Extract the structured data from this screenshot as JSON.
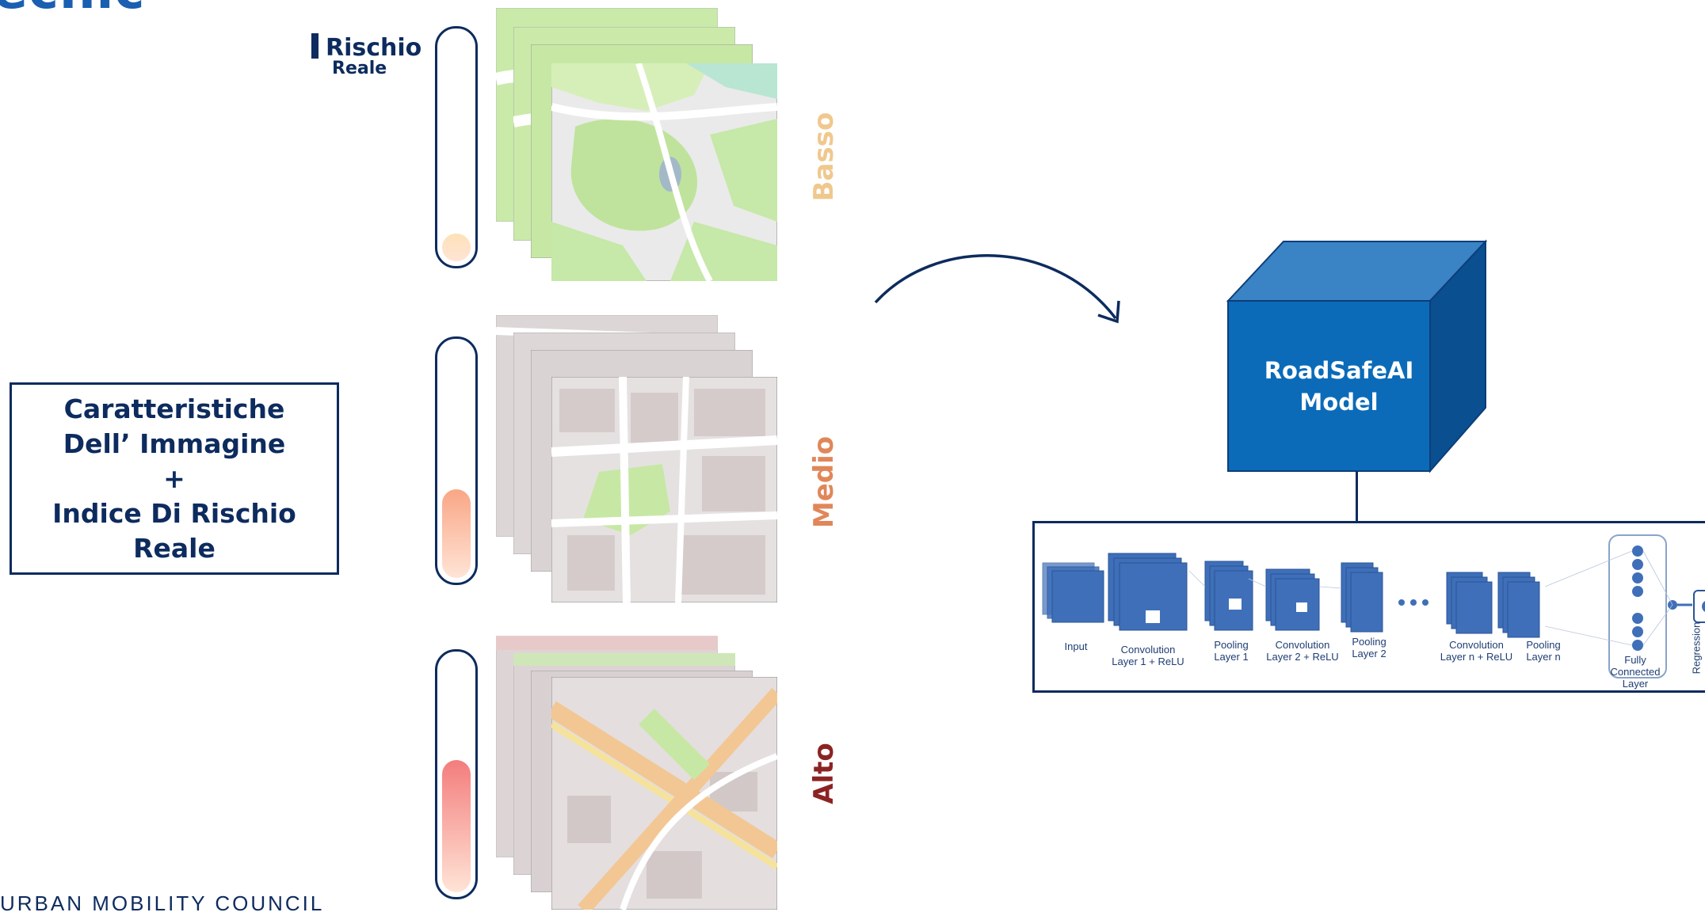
{
  "header": {
    "title_fragment": "tecnic"
  },
  "risk_axis": {
    "label_line1": "Rischio",
    "label_line2": "Reale"
  },
  "levels": [
    {
      "name": "Basso",
      "color": "#f0c88e",
      "fill_color": "#fde2b8",
      "fill_fraction": 0.12
    },
    {
      "name": "Medio",
      "color": "#e0875a",
      "fill_color": "#f9a686",
      "fill_fraction": 0.38
    },
    {
      "name": "Alto",
      "color": "#8c2323",
      "fill_color": "#f37d7d",
      "fill_fraction": 0.56
    }
  ],
  "input_box": {
    "line1": "Caratteristiche",
    "line2": "Dell’ Immagine",
    "line3": "+",
    "line4": "Indice Di Rischio",
    "line5": "Reale"
  },
  "model": {
    "name_line1": "RoadSafeAI",
    "name_line2": "Model",
    "color": "#0b6bb8"
  },
  "cnn": {
    "input": "Input",
    "conv1_a": "Convolution",
    "conv1_b": "Layer 1 + ReLU",
    "pool1_a": "Pooling",
    "pool1_b": "Layer 1",
    "conv2_a": "Convolution",
    "conv2_b": "Layer 2 + ReLU",
    "pool2_a": "Pooling",
    "pool2_b": "Layer 2",
    "convn_a": "Convolution",
    "convn_b": "Layer n + ReLU",
    "pooln_a": "Pooling",
    "pooln_b": "Layer n",
    "fc_a": "Fully",
    "fc_b": "Connected",
    "fc_c": "Layer",
    "regression": "Regression"
  },
  "footer": {
    "logo_text": "URBAN MOBILITY COUNCIL"
  }
}
